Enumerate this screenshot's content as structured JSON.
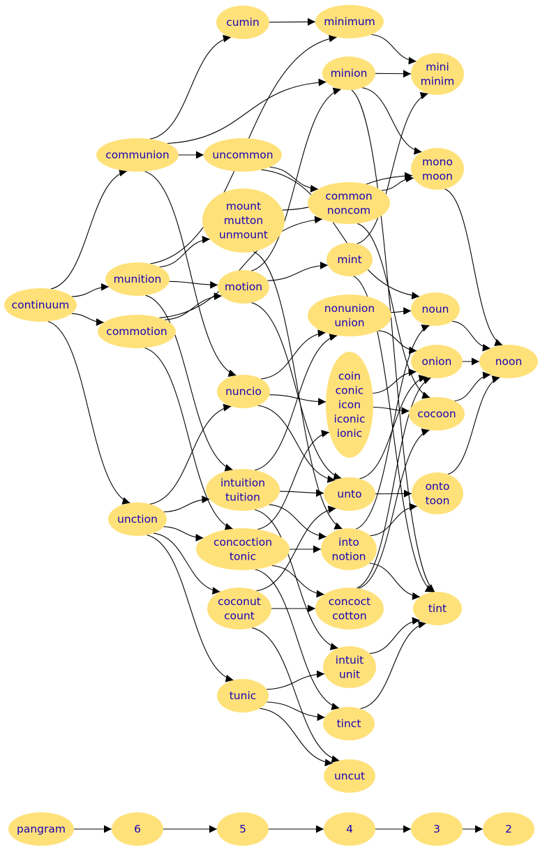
{
  "colors": {
    "node_fill": "#ffe17a",
    "node_text": "#1a00b4",
    "edge": "#000000",
    "background": "#ffffff"
  },
  "nodes": [
    {
      "id": "continuum",
      "lines": [
        "continuum"
      ]
    },
    {
      "id": "communion",
      "lines": [
        "communion"
      ]
    },
    {
      "id": "munition",
      "lines": [
        "munition"
      ]
    },
    {
      "id": "commotion",
      "lines": [
        "commotion"
      ]
    },
    {
      "id": "unction",
      "lines": [
        "unction"
      ]
    },
    {
      "id": "cumin",
      "lines": [
        "cumin"
      ]
    },
    {
      "id": "uncommon",
      "lines": [
        "uncommon"
      ]
    },
    {
      "id": "mount",
      "lines": [
        "mount",
        "mutton",
        "unmount"
      ]
    },
    {
      "id": "motion",
      "lines": [
        "motion"
      ]
    },
    {
      "id": "nuncio",
      "lines": [
        "nuncio"
      ]
    },
    {
      "id": "intuition",
      "lines": [
        "intuition",
        "tuition"
      ]
    },
    {
      "id": "concoction",
      "lines": [
        "concoction",
        "tonic"
      ]
    },
    {
      "id": "coconut",
      "lines": [
        "coconut",
        "count"
      ]
    },
    {
      "id": "tunic",
      "lines": [
        "tunic"
      ]
    },
    {
      "id": "minimum",
      "lines": [
        "minimum"
      ]
    },
    {
      "id": "minion",
      "lines": [
        "minion"
      ]
    },
    {
      "id": "common",
      "lines": [
        "common",
        "noncom"
      ]
    },
    {
      "id": "mint",
      "lines": [
        "mint"
      ]
    },
    {
      "id": "nonunion",
      "lines": [
        "nonunion",
        "union"
      ]
    },
    {
      "id": "coin",
      "lines": [
        "coin",
        "conic",
        "icon",
        "iconic",
        "ionic"
      ]
    },
    {
      "id": "unto",
      "lines": [
        "unto"
      ]
    },
    {
      "id": "into",
      "lines": [
        "into",
        "notion"
      ]
    },
    {
      "id": "concoct",
      "lines": [
        "concoct",
        "cotton"
      ]
    },
    {
      "id": "intuit",
      "lines": [
        "intuit",
        "unit"
      ]
    },
    {
      "id": "tinct",
      "lines": [
        "tinct"
      ]
    },
    {
      "id": "uncut",
      "lines": [
        "uncut"
      ]
    },
    {
      "id": "mini",
      "lines": [
        "mini",
        "minim"
      ]
    },
    {
      "id": "mono",
      "lines": [
        "mono",
        "moon"
      ]
    },
    {
      "id": "noun",
      "lines": [
        "noun"
      ]
    },
    {
      "id": "onion",
      "lines": [
        "onion"
      ]
    },
    {
      "id": "cocoon",
      "lines": [
        "cocoon"
      ]
    },
    {
      "id": "onto",
      "lines": [
        "onto",
        "toon"
      ]
    },
    {
      "id": "tint",
      "lines": [
        "tint"
      ]
    },
    {
      "id": "noon",
      "lines": [
        "noon"
      ]
    },
    {
      "id": "pangram",
      "lines": [
        "pangram"
      ]
    },
    {
      "id": "n6",
      "lines": [
        "6"
      ]
    },
    {
      "id": "n5",
      "lines": [
        "5"
      ]
    },
    {
      "id": "n4",
      "lines": [
        "4"
      ]
    },
    {
      "id": "n3",
      "lines": [
        "3"
      ]
    },
    {
      "id": "n2",
      "lines": [
        "2"
      ]
    }
  ],
  "edges": [
    {
      "from": "continuum",
      "to": "communion"
    },
    {
      "from": "continuum",
      "to": "munition"
    },
    {
      "from": "continuum",
      "to": "commotion"
    },
    {
      "from": "continuum",
      "to": "unction"
    },
    {
      "from": "communion",
      "to": "cumin"
    },
    {
      "from": "communion",
      "to": "minion"
    },
    {
      "from": "communion",
      "to": "uncommon"
    },
    {
      "from": "communion",
      "to": "nuncio"
    },
    {
      "from": "munition",
      "to": "minimum"
    },
    {
      "from": "munition",
      "to": "mount"
    },
    {
      "from": "munition",
      "to": "motion"
    },
    {
      "from": "munition",
      "to": "intuition"
    },
    {
      "from": "commotion",
      "to": "motion"
    },
    {
      "from": "commotion",
      "to": "common"
    },
    {
      "from": "commotion",
      "to": "concoction"
    },
    {
      "from": "unction",
      "to": "nuncio"
    },
    {
      "from": "unction",
      "to": "intuition"
    },
    {
      "from": "unction",
      "to": "concoction"
    },
    {
      "from": "unction",
      "to": "coconut"
    },
    {
      "from": "unction",
      "to": "tunic"
    },
    {
      "from": "cumin",
      "to": "minimum"
    },
    {
      "from": "minimum",
      "to": "mini"
    },
    {
      "from": "minion",
      "to": "mini"
    },
    {
      "from": "minion",
      "to": "mono"
    },
    {
      "from": "minion",
      "to": "tint"
    },
    {
      "from": "uncommon",
      "to": "common"
    },
    {
      "from": "uncommon",
      "to": "noun"
    },
    {
      "from": "mount",
      "to": "mono"
    },
    {
      "from": "mount",
      "to": "into"
    },
    {
      "from": "motion",
      "to": "minion"
    },
    {
      "from": "motion",
      "to": "mint"
    },
    {
      "from": "motion",
      "to": "unto"
    },
    {
      "from": "common",
      "to": "mono"
    },
    {
      "from": "common",
      "to": "cocoon"
    },
    {
      "from": "mint",
      "to": "mini"
    },
    {
      "from": "mint",
      "to": "tint"
    },
    {
      "from": "nuncio",
      "to": "nonunion"
    },
    {
      "from": "nuncio",
      "to": "coin"
    },
    {
      "from": "nuncio",
      "to": "unto"
    },
    {
      "from": "nonunion",
      "to": "noun"
    },
    {
      "from": "nonunion",
      "to": "onion"
    },
    {
      "from": "coin",
      "to": "onion"
    },
    {
      "from": "coin",
      "to": "cocoon"
    },
    {
      "from": "intuition",
      "to": "nonunion"
    },
    {
      "from": "intuition",
      "to": "unto"
    },
    {
      "from": "intuition",
      "to": "into"
    },
    {
      "from": "intuition",
      "to": "intuit"
    },
    {
      "from": "concoction",
      "to": "coin"
    },
    {
      "from": "concoction",
      "to": "into"
    },
    {
      "from": "concoction",
      "to": "concoct"
    },
    {
      "from": "concoction",
      "to": "tinct"
    },
    {
      "from": "coconut",
      "to": "unto"
    },
    {
      "from": "coconut",
      "to": "concoct"
    },
    {
      "from": "coconut",
      "to": "uncut"
    },
    {
      "from": "tunic",
      "to": "intuit"
    },
    {
      "from": "tunic",
      "to": "tinct"
    },
    {
      "from": "tunic",
      "to": "uncut"
    },
    {
      "from": "unto",
      "to": "onion"
    },
    {
      "from": "unto",
      "to": "onto"
    },
    {
      "from": "into",
      "to": "noun"
    },
    {
      "from": "into",
      "to": "onto"
    },
    {
      "from": "into",
      "to": "tint"
    },
    {
      "from": "concoct",
      "to": "onion"
    },
    {
      "from": "concoct",
      "to": "cocoon"
    },
    {
      "from": "intuit",
      "to": "tint"
    },
    {
      "from": "tinct",
      "to": "tint"
    },
    {
      "from": "mono",
      "to": "noon"
    },
    {
      "from": "noun",
      "to": "noon"
    },
    {
      "from": "onion",
      "to": "noon"
    },
    {
      "from": "cocoon",
      "to": "noon"
    },
    {
      "from": "onto",
      "to": "noon"
    },
    {
      "from": "pangram",
      "to": "n6"
    },
    {
      "from": "n6",
      "to": "n5"
    },
    {
      "from": "n5",
      "to": "n4"
    },
    {
      "from": "n4",
      "to": "n3"
    },
    {
      "from": "n3",
      "to": "n2"
    }
  ]
}
